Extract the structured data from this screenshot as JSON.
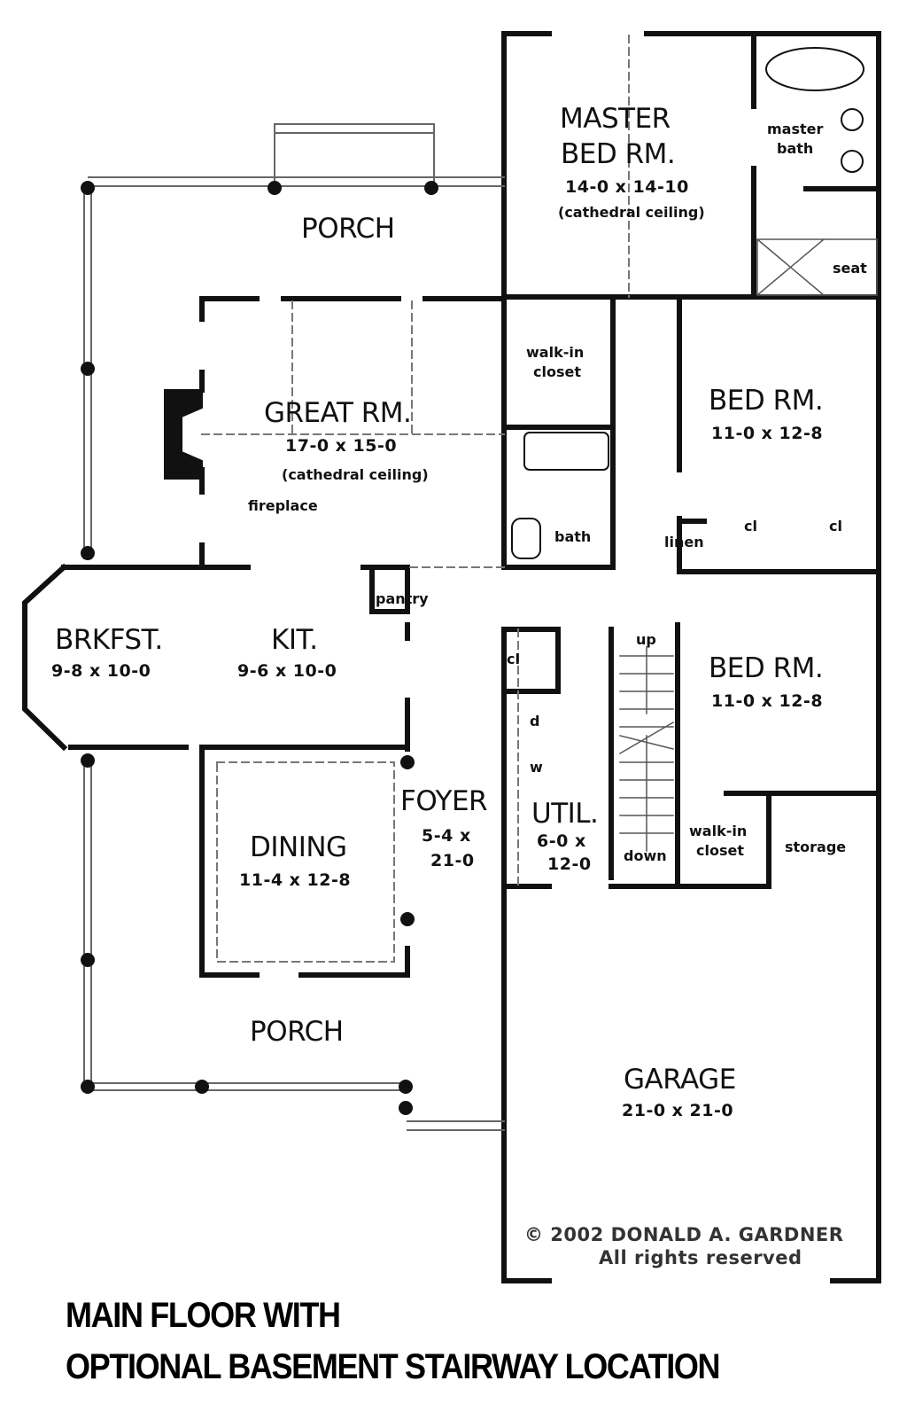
{
  "title_lines": [
    "MAIN FLOOR WITH",
    "OPTIONAL BASEMENT STAIRWAY LOCATION"
  ],
  "copyright": {
    "line1": "© 2002 DONALD A. GARDNER",
    "line2": "All rights reserved"
  },
  "rooms": {
    "master": {
      "name1": "MASTER",
      "name2": "BED RM.",
      "dims": "14-0 x 14-10",
      "note": "(cathedral ceiling)"
    },
    "master_bath": {
      "name": "master\nbath",
      "l1": "master",
      "l2": "bath",
      "seat": "seat"
    },
    "porch_top": {
      "name": "PORCH"
    },
    "great": {
      "name": "GREAT RM.",
      "dims": "17-0 x 15-0",
      "note": "(cathedral ceiling)",
      "fireplace": "fireplace"
    },
    "walkin_top": {
      "l1": "walk-in",
      "l2": "closet"
    },
    "bath": {
      "name": "bath"
    },
    "bed2": {
      "name": "BED RM.",
      "dims": "11-0 x 12-8"
    },
    "linen": {
      "name": "linen",
      "cl1": "cl",
      "cl2": "cl"
    },
    "brkfst": {
      "name": "BRKFST.",
      "dims": "9-8 x 10-0"
    },
    "kit": {
      "name": "KIT.",
      "dims": "9-6 x 10-0"
    },
    "pantry": {
      "name": "pantry"
    },
    "cl_util": {
      "name": "cl"
    },
    "stairs": {
      "up": "up",
      "down": "down"
    },
    "bed3": {
      "name": "BED RM.",
      "dims": "11-0 x 12-8"
    },
    "laundry": {
      "d": "d",
      "w": "w"
    },
    "util": {
      "name": "UTIL.",
      "dims1": "6-0 x",
      "dims2": "12-0"
    },
    "foyer": {
      "name": "FOYER",
      "dims1": "5-4 x",
      "dims2": "21-0"
    },
    "walkin_bot": {
      "l1": "walk-in",
      "l2": "closet"
    },
    "storage": {
      "name": "storage"
    },
    "dining": {
      "name": "DINING",
      "dims": "11-4 x 12-8"
    },
    "porch_bot": {
      "name": "PORCH"
    },
    "garage": {
      "name": "GARAGE",
      "dims": "21-0 x 21-0"
    }
  }
}
